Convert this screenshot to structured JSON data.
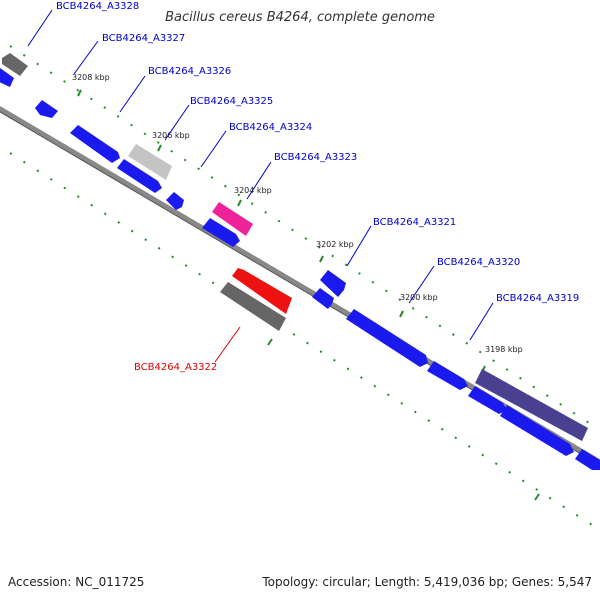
{
  "title": "Bacillus cereus B4264, complete genome",
  "footer": {
    "accession": "Accession: NC_011725",
    "info": "Topology: circular; Length: 5,419,036 bp; Genes: 5,547"
  },
  "colors": {
    "gene_default": "#1a1aee",
    "gene_highlight_red": "#ee1111",
    "gene_pink": "#ee2299",
    "gene_gray": "#666666",
    "gene_lightgray": "#c4c4c4",
    "gene_slate": "#4a4090",
    "backbone": "#888888",
    "tick": "#2a8a2a",
    "label_blue": "#0000cc",
    "label_red": "#dd0000"
  },
  "scale_labels": [
    "3208 kbp",
    "3206 kbp",
    "3204 kbp",
    "3202 kbp",
    "3200 kbp",
    "3198 kbp"
  ],
  "gene_labels": [
    {
      "text": "BCB4264_A3328",
      "color": "blue"
    },
    {
      "text": "BCB4264_A3327",
      "color": "blue"
    },
    {
      "text": "BCB4264_A3326",
      "color": "blue"
    },
    {
      "text": "BCB4264_A3325",
      "color": "blue"
    },
    {
      "text": "BCB4264_A3324",
      "color": "blue"
    },
    {
      "text": "BCB4264_A3323",
      "color": "blue"
    },
    {
      "text": "BCB4264_A3322",
      "color": "red"
    },
    {
      "text": "BCB4264_A3321",
      "color": "blue"
    },
    {
      "text": "BCB4264_A3320",
      "color": "blue"
    },
    {
      "text": "BCB4264_A3319",
      "color": "blue"
    }
  ],
  "genes": [
    {
      "id": "g-3328-grey",
      "color": "gray"
    },
    {
      "id": "g-edge-blue",
      "color": "default"
    },
    {
      "id": "g-small-1",
      "color": "default"
    },
    {
      "id": "g-3326",
      "color": "default"
    },
    {
      "id": "g-3325",
      "color": "lightgray"
    },
    {
      "id": "g-3324",
      "color": "default"
    },
    {
      "id": "g-small-2",
      "color": "default"
    },
    {
      "id": "g-3323",
      "color": "pink"
    },
    {
      "id": "g-blue-lower",
      "color": "default"
    },
    {
      "id": "g-3322",
      "color": "red"
    },
    {
      "id": "g-3322-gray",
      "color": "gray"
    },
    {
      "id": "g-3321",
      "color": "default"
    },
    {
      "id": "g-small-3",
      "color": "default"
    },
    {
      "id": "g-3320",
      "color": "default"
    },
    {
      "id": "g-3319-a",
      "color": "default"
    },
    {
      "id": "g-3319",
      "color": "slate"
    },
    {
      "id": "g-3318-a",
      "color": "default"
    },
    {
      "id": "g-3318-b",
      "color": "default"
    },
    {
      "id": "g-edge-right",
      "color": "default"
    }
  ]
}
